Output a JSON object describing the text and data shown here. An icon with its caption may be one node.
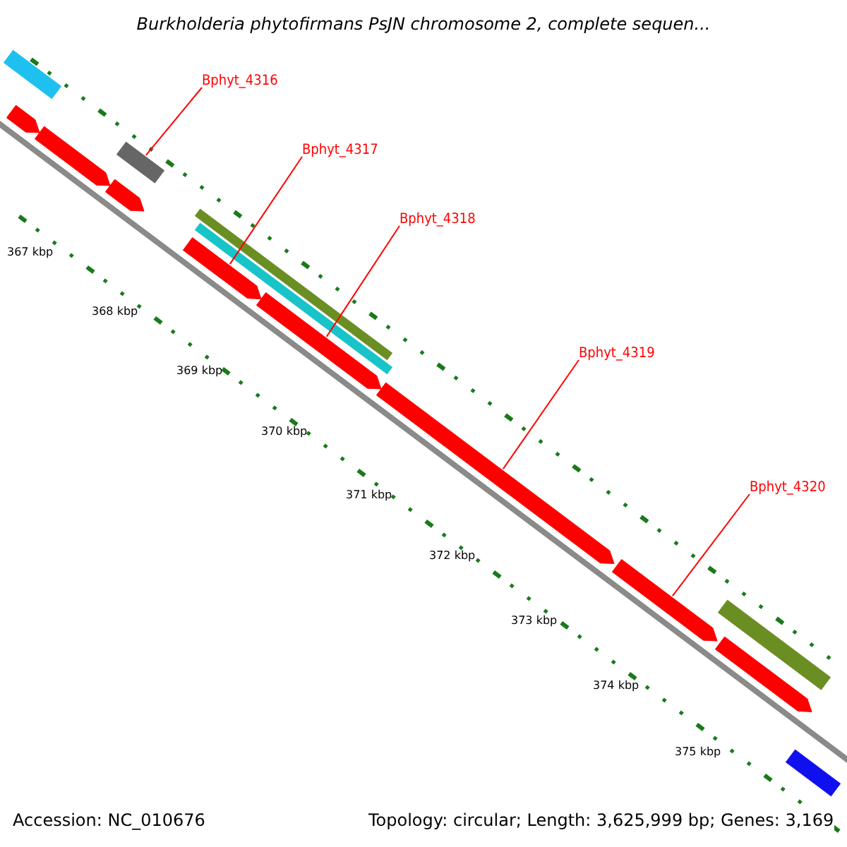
{
  "diagram": {
    "title": "Burkholderia phytofirmans PsJN chromosome 2, complete sequen...",
    "nodes": [
      {
        "text": [
          "Bphyt_4316"
        ]
      },
      {
        "text": [
          "Bphyt_4317"
        ]
      },
      {
        "text": [
          "Bphyt_4318"
        ]
      },
      {
        "text": [
          "Bphyt_4319"
        ]
      },
      {
        "text": [
          "Bphyt_4320"
        ]
      },
      {
        "text": [],
        "shape": "arrow"
      },
      {
        "text": [],
        "shape": "bar"
      },
      {
        "text": [],
        "shape": "arrow"
      },
      {
        "text": [],
        "shape": "arrow"
      },
      {
        "text": [],
        "shape": "bar"
      },
      {
        "text": [],
        "shape": "arrow"
      },
      {
        "text": [],
        "shape": "bar"
      },
      {
        "text": [],
        "shape": "bar"
      },
      {
        "text": [],
        "shape": "arrow"
      },
      {
        "text": [],
        "shape": "arrow"
      },
      {
        "text": [],
        "shape": "arrow"
      },
      {
        "text": [],
        "shape": "arrow"
      },
      {
        "text": [],
        "shape": "bar"
      },
      {
        "text": [],
        "shape": "bar"
      }
    ],
    "edges": [
      {
        "from": 0,
        "to": 9,
        "arrow": "none"
      },
      {
        "from": 1,
        "to": 10,
        "arrow": "none"
      },
      {
        "from": 2,
        "to": 13,
        "arrow": "none"
      },
      {
        "from": 3,
        "to": 14,
        "arrow": "none"
      },
      {
        "from": 4,
        "to": 15,
        "arrow": "none"
      }
    ],
    "labels": [
      "367 kbp",
      "368 kbp",
      "369 kbp",
      "370 kbp",
      "371 kbp",
      "372 kbp",
      "373 kbp",
      "374 kbp",
      "375 kbp",
      "Accession: NC_010676",
      "Topology: circular; Length: 3,625,999 bp; Genes: 3,169"
    ]
  }
}
